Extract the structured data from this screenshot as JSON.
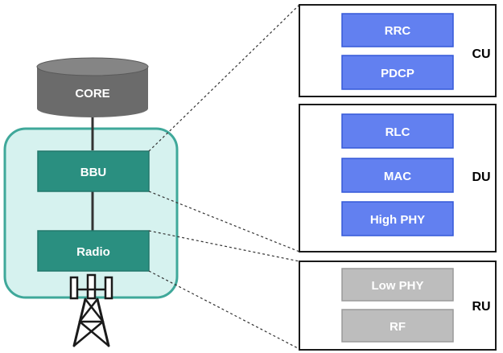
{
  "left": {
    "core_label": "CORE",
    "bbu_label": "BBU",
    "radio_label": "Radio"
  },
  "cu": {
    "label": "CU",
    "layers": [
      "RRC",
      "PDCP"
    ]
  },
  "du": {
    "label": "DU",
    "layers": [
      "RLC",
      "MAC",
      "High PHY"
    ]
  },
  "ru": {
    "label": "RU",
    "layers": [
      "Low PHY",
      "RF"
    ]
  },
  "colors": {
    "core_fill": "#6b6b6b",
    "core_top": "#7a7a7a",
    "station_bg": "#d6f2ef",
    "station_border": "#3fa89a",
    "unit_fill": "#2a8f80",
    "unit_border": "#23786c",
    "cu_du_layer_fill": "#6280f0",
    "cu_du_layer_border": "#3458d8",
    "ru_layer_fill": "#bdbdbd",
    "ru_layer_border": "#9a9a9a"
  }
}
